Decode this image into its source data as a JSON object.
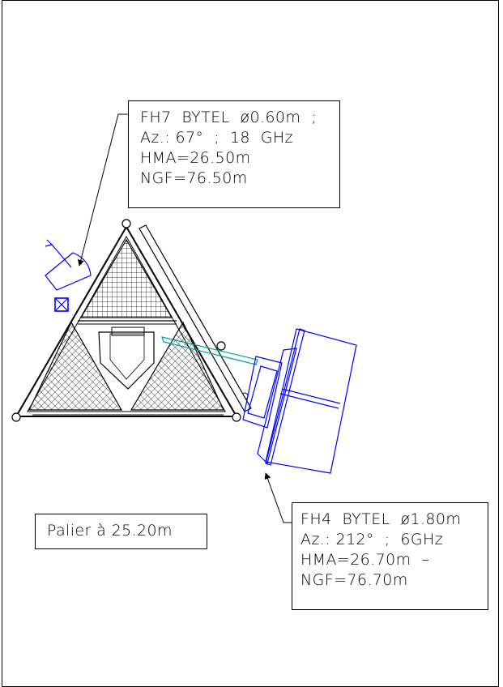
{
  "labels": {
    "fh7": {
      "line1": "FH7  BYTEL  ø0.60m  ;",
      "line2": "Az.: 67°  ;  18  GHz",
      "line3": "HMA=26.50m",
      "line4": "NGF=76.50m"
    },
    "fh4": {
      "line1": "FH4  BYTEL  ø1.80m",
      "line2": "Az.: 212°  ;  6GHz",
      "line3": "HMA=26.70m  –",
      "line4": "NGF=76.70m"
    },
    "palier": "Palier à 25.20m"
  },
  "colors": {
    "structure": "#000000",
    "antenna": "#0000ff",
    "feeder": "#00a0a0"
  }
}
